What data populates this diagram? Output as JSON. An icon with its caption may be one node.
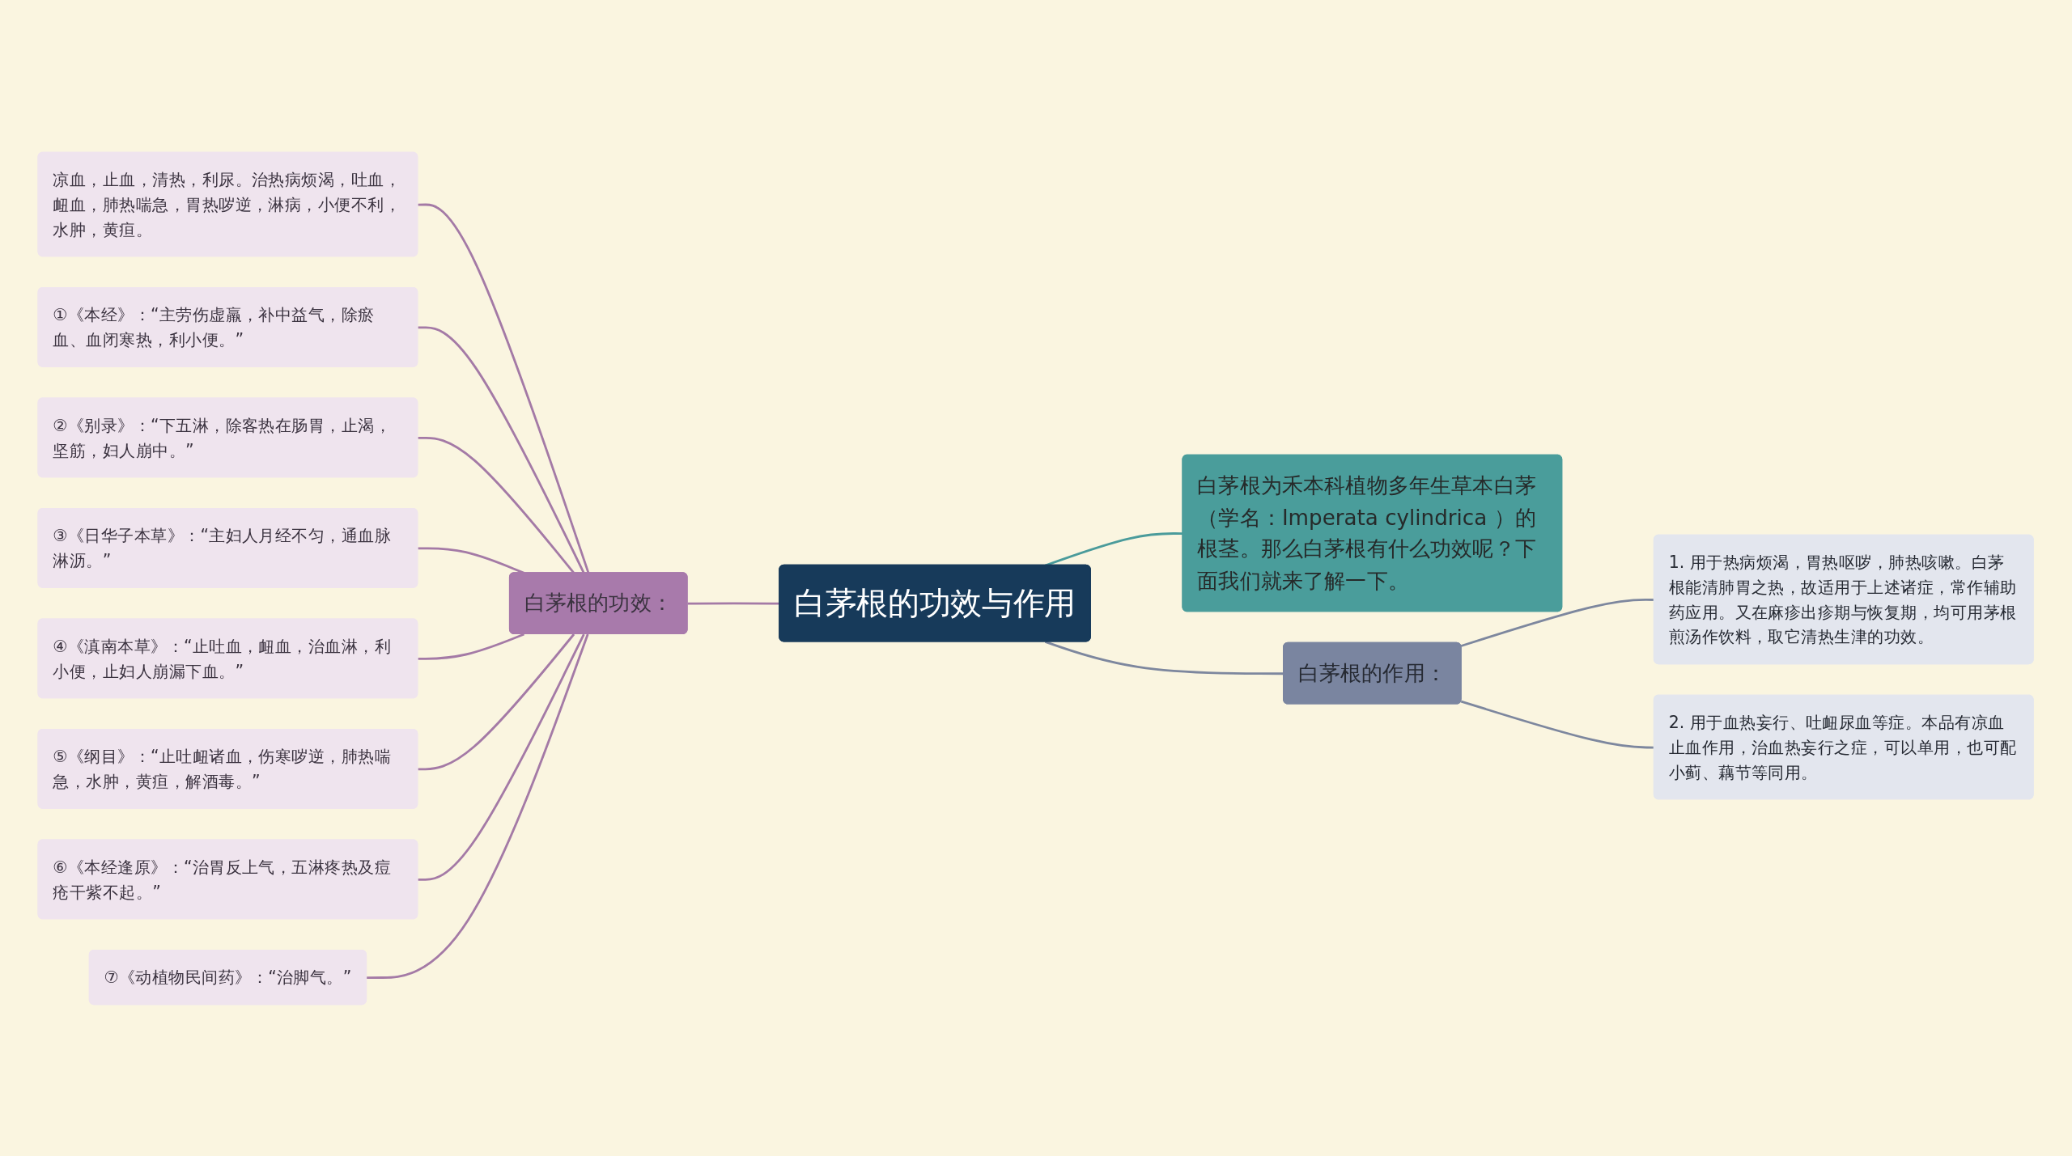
{
  "diagram": {
    "nodes": [
      {
        "text": [
          "白茅根的功效与作用"
        ]
      },
      {
        "text": [
          "白茅根的功效："
        ]
      },
      {
        "text": [
          "凉血，止血，清热，利尿。治热病烦渴，吐血，衄血，肺热喘急，胃热哕逆，淋病，小便不利，水肿，黄疸。"
        ]
      },
      {
        "text": [
          "①《本经》：“主劳伤虚羸，补中益气，除瘀血、血闭寒热，利小便。”"
        ]
      },
      {
        "text": [
          "②《别录》：“下五淋，除客热在肠胃，止渴，坚筋，妇人崩中。”"
        ]
      },
      {
        "text": [
          "③《日华子本草》：“主妇人月经不匀，通血脉淋沥。”"
        ]
      },
      {
        "text": [
          "④《滇南本草》：“止吐血，衄血，治血淋，利小便，止妇人崩漏下血。”"
        ]
      },
      {
        "text": [
          "⑤《纲目》：“止吐衄诸血，伤寒哕逆，肺热喘急，水肿，黄疸，解酒毒。”"
        ]
      },
      {
        "text": [
          "⑥《本经逢原》：“治胃反上气，五淋疼热及痘疮干紫不起。”"
        ]
      },
      {
        "text": [
          "⑦《动植物民间药》：“治脚气。”"
        ]
      },
      {
        "text": [
          "白茅根为禾本科植物多年生草本白茅（学名：Imperata cylindrica ）的根茎。那么白茅根有什么功效呢？下面我们就来了解一下。"
        ]
      },
      {
        "text": [
          "白茅根的作用："
        ]
      },
      {
        "text": [
          "1. 用于热病烦渴，胃热呕哕，肺热咳嗽。白茅根能清肺胃之热，故适用于上述诸症，常作辅助药应用。又在麻疹出疹期与恢复期，均可用茅根煎汤作饮料，取它清热生津的功效。"
        ]
      },
      {
        "text": [
          "2. 用于血热妄行、吐衄尿血等症。本品有凉血止血作用，治血热妄行之症，可以单用，也可配小蓟、藕节等同用。"
        ]
      }
    ],
    "edges": [
      {
        "from": 2,
        "to": 1,
        "arrow": "none"
      },
      {
        "from": 3,
        "to": 1,
        "arrow": "none"
      },
      {
        "from": 4,
        "to": 1,
        "arrow": "none"
      },
      {
        "from": 5,
        "to": 1,
        "arrow": "none"
      },
      {
        "from": 6,
        "to": 1,
        "arrow": "none"
      },
      {
        "from": 7,
        "to": 1,
        "arrow": "none"
      },
      {
        "from": 8,
        "to": 1,
        "arrow": "none"
      },
      {
        "from": 9,
        "to": 1,
        "arrow": "none"
      },
      {
        "from": 1,
        "to": 0,
        "arrow": "none"
      },
      {
        "from": 0,
        "to": 10,
        "arrow": "none",
        "color": "#4a9b9b"
      },
      {
        "from": 0,
        "to": 11,
        "arrow": "none",
        "color": "#7d879e"
      },
      {
        "from": 11,
        "to": 12,
        "arrow": "none",
        "color": "#7d879e"
      },
      {
        "from": 11,
        "to": 13,
        "arrow": "none",
        "color": "#7d879e"
      }
    ]
  }
}
